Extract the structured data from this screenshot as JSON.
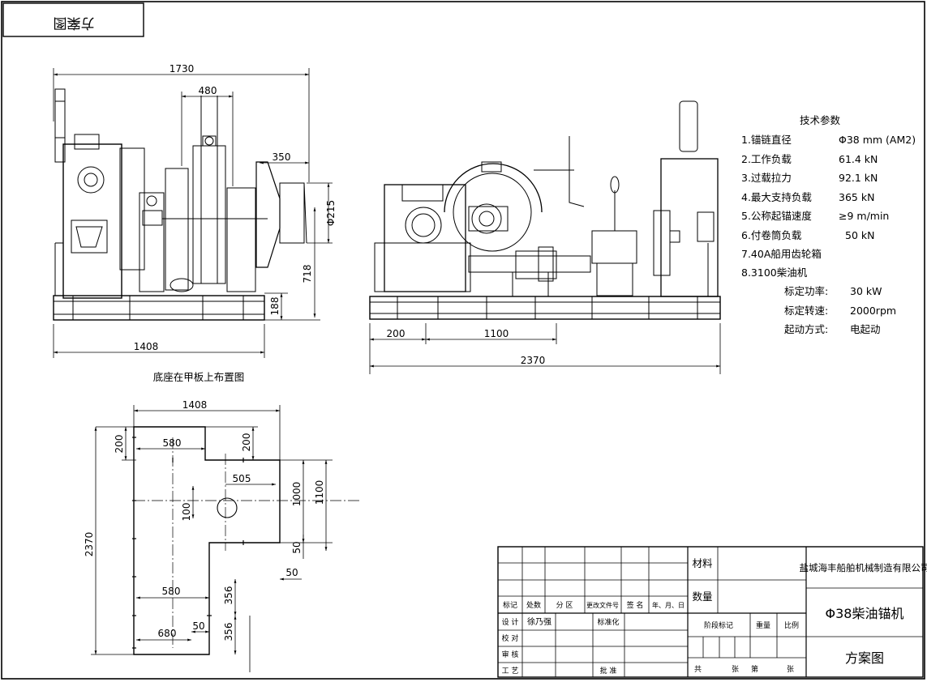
{
  "stamp": "方案图",
  "dimensions": {
    "side_total_width": "1730",
    "drum_width": "480",
    "warping_head_length": "350",
    "warping_head_diameter": "Φ215",
    "shaft_height": "718",
    "base_height": "188",
    "base_width_side": "1408",
    "front_left_offset": "200",
    "front_span": "1100",
    "front_total_length": "2370"
  },
  "tech_params": {
    "title": "技术参数",
    "items": [
      {
        "label": "1.锚链直径",
        "value": "Φ38 mm (AM2)"
      },
      {
        "label": "2.工作负载",
        "value": "61.4 kN"
      },
      {
        "label": "3.过载拉力",
        "value": "92.1 kN"
      },
      {
        "label": "4.最大支持负载",
        "value": "365 kN"
      },
      {
        "label": "5.公称起锚速度",
        "value": "≥9 m/min"
      },
      {
        "label": "6.付卷筒负载",
        "value": "50 kN"
      },
      {
        "label": "7.40A船用齿轮箱",
        "value": ""
      },
      {
        "label": "8.3100柴油机",
        "value": ""
      }
    ],
    "engine": [
      {
        "label": "标定功率:",
        "value": "30 kW"
      },
      {
        "label": "标定转速:",
        "value": "2000rpm"
      },
      {
        "label": "起动方式:",
        "value": "电起动"
      }
    ]
  },
  "layout_plan": {
    "caption": "底座在甲板上布置图",
    "dims": {
      "top_width": "1408",
      "left_step": "200",
      "top_580": "580",
      "top_200": "200",
      "bolt_505": "505",
      "hole_100": "100",
      "height_1000": "1000",
      "height_1100": "1100",
      "small_50a": "50",
      "small_50b": "50",
      "mid_580": "580",
      "h_356a": "356",
      "bottom_680": "680",
      "small_50c": "50",
      "h_356b": "356",
      "total_2370": "2370"
    }
  },
  "title_block": {
    "headers": [
      "标记",
      "处数",
      "分 区",
      "更改文件号",
      "签 名",
      "年、月、日"
    ],
    "rows": [
      {
        "label": "设 计",
        "name": "徐乃强",
        "field": "标准化"
      },
      {
        "label": "校 对",
        "name": "",
        "field": ""
      },
      {
        "label": "审 核",
        "name": "",
        "field": ""
      },
      {
        "label": "工 艺",
        "name": "",
        "field": "批 准"
      }
    ],
    "material_label": "材料",
    "quantity_label": "数量",
    "stage_label": "阶段标记",
    "weight_label": "重量",
    "scale_label": "比例",
    "sheet_total": "共",
    "sheet_unit1": "张",
    "sheet_no": "第",
    "sheet_unit2": "张",
    "company": "盐城海丰船舶机械制造有限公司",
    "product": "Φ38柴油锚机",
    "drawing_type": "方案图"
  }
}
